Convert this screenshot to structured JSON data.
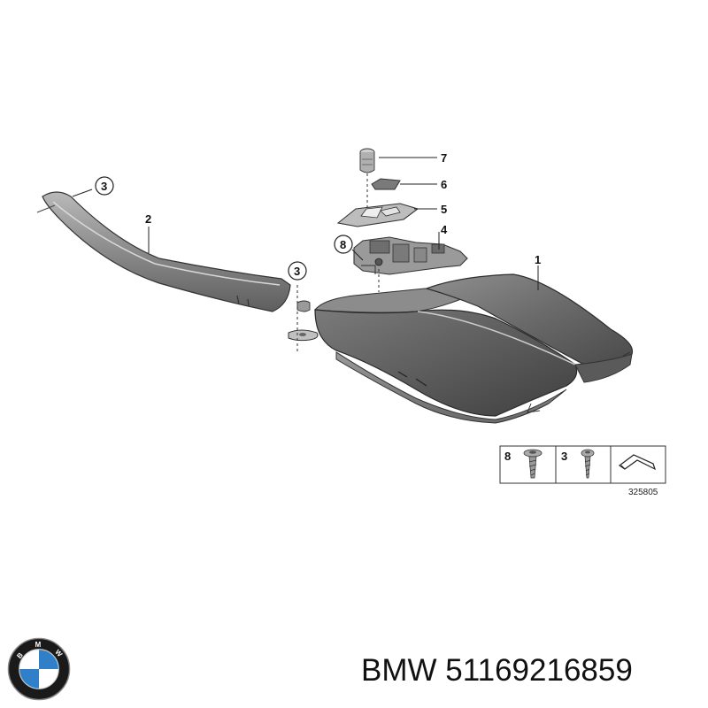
{
  "callouts": {
    "c1": "1",
    "c2": "2",
    "c3a": "3",
    "c3b": "3",
    "c4": "4",
    "c5": "5",
    "c6": "6",
    "c7": "7",
    "c8": "8"
  },
  "legend": {
    "item1": "8",
    "item2": "3"
  },
  "diagram_id": "325805",
  "footer": {
    "brand": "BMW",
    "part_number": "51169216859"
  },
  "logo": {
    "letters": [
      "B",
      "M",
      "W"
    ],
    "colors": {
      "ring": "#1a1a1a",
      "blue": "#2f80c8",
      "white": "#ffffff"
    }
  }
}
